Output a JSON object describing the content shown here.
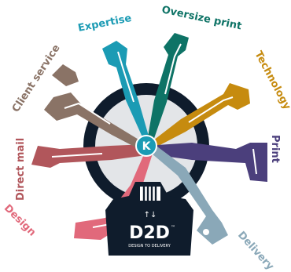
{
  "center": {
    "brand": "D2D",
    "trademark": "™",
    "tagline": "DESIGN TO DELIVERY",
    "arrows": "↑↓",
    "hub_icon": "K"
  },
  "spokes": [
    {
      "key": "expertise",
      "label": "Expertise",
      "color": "#1b9bb4"
    },
    {
      "key": "oversize-print",
      "label": "Oversize print",
      "color": "#0e7366"
    },
    {
      "key": "technology",
      "label": "Technology",
      "color": "#c68b0f"
    },
    {
      "key": "print",
      "label": "Print",
      "color": "#4b3f7c"
    },
    {
      "key": "delivery",
      "label": "Delivery",
      "color": "#8aa8b8"
    },
    {
      "key": "design",
      "label": "Design",
      "color": "#e1697b"
    },
    {
      "key": "direct-mail",
      "label": "Direct mail",
      "color": "#b1565b"
    },
    {
      "key": "client-service",
      "label": "Client service",
      "color": "#8a7366"
    }
  ],
  "colors": {
    "ring_outer": "#0f1c2c",
    "ring_inner": "#e3e5e8",
    "hub": "#1b9bb4",
    "base": "#0f1c2c"
  }
}
